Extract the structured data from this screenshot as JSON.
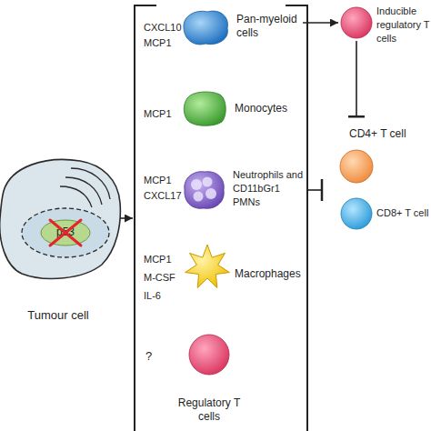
{
  "diagram": {
    "nodes": [
      {
        "text": [
          "Tumour cell"
        ]
      },
      {
        "text": [
          "p53"
        ],
        "in": 0
      },
      {
        "text": [
          "Pan-myeloid cells"
        ]
      },
      {
        "text": [
          "Monocytes"
        ]
      },
      {
        "text": [
          "Neutrophils and CD11bGr1 PMNs"
        ]
      },
      {
        "text": [
          "Macrophages"
        ]
      },
      {
        "text": [
          "Regulatory T cells"
        ]
      },
      {
        "text": [
          "Inducible regulatory T cells"
        ]
      },
      {
        "text": [
          "CD4+ T cell"
        ]
      },
      {
        "text": [
          "CD8+ T cell"
        ]
      }
    ],
    "edges": [
      {
        "from": 2,
        "to": 7,
        "arrow": "to"
      },
      {
        "from": 7,
        "to": 8,
        "arrow": "to"
      }
    ],
    "labels": [
      "CXCL10 MCP1",
      "MCP1",
      "MCP1 CXCL17",
      "MCP1 M-CSF IL-6",
      "?"
    ]
  }
}
